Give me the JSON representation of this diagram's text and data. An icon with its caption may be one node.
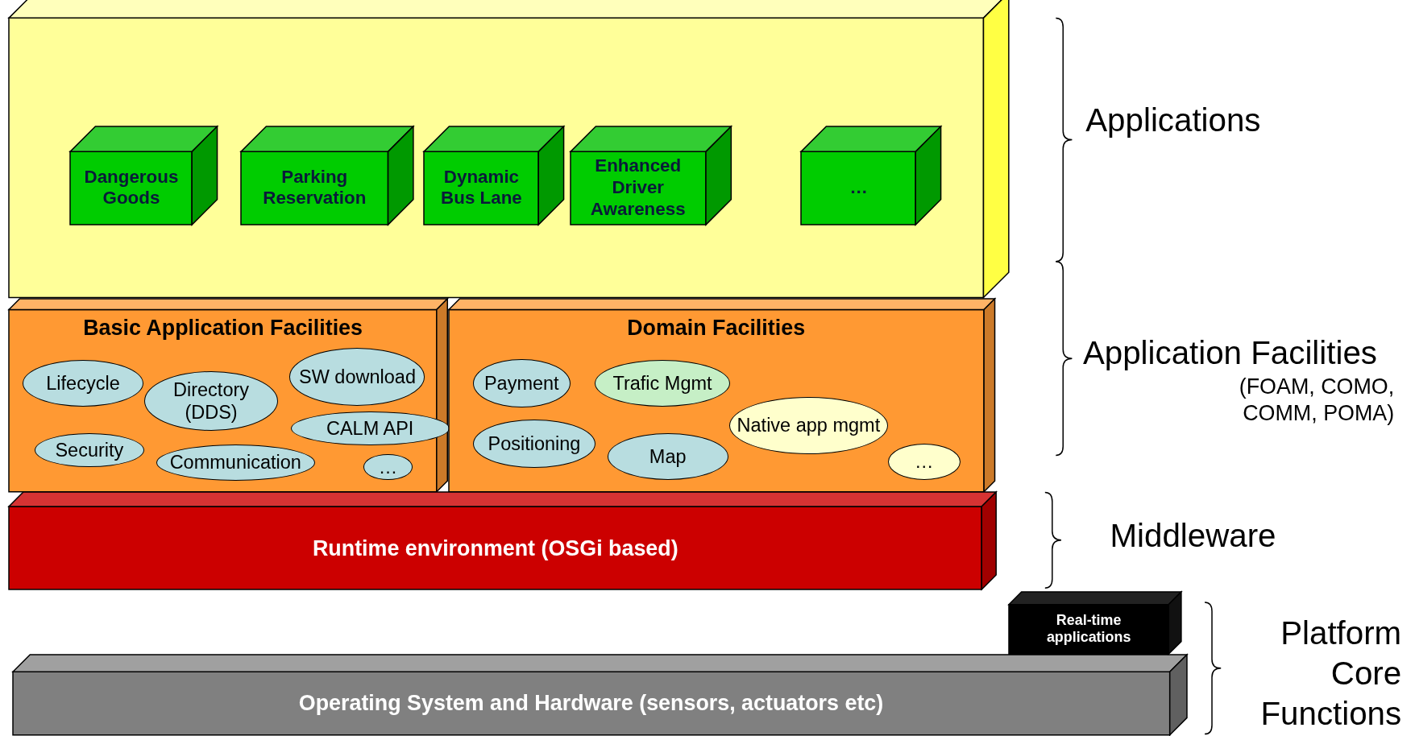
{
  "diagram": {
    "nodes": [
      {
        "text": [],
        "shape": "box"
      },
      {
        "text": [
          "Dangerous Goods"
        ],
        "in": 0
      },
      {
        "text": [
          "Parking Reservation"
        ],
        "in": 0
      },
      {
        "text": [
          "Dynamic Bus Lane"
        ],
        "in": 0
      },
      {
        "text": [
          "Enhanced Driver Awareness"
        ],
        "in": 0
      },
      {
        "text": [
          "…"
        ],
        "in": 0
      },
      {
        "text": [
          "Basic Application Facilities"
        ]
      },
      {
        "text": [
          "Lifecycle"
        ],
        "in": 6
      },
      {
        "text": [
          "SW download"
        ],
        "in": 6
      },
      {
        "text": [
          "Directory (DDS)"
        ],
        "in": 6
      },
      {
        "text": [
          "CALM API"
        ],
        "in": 6
      },
      {
        "text": [
          "Security"
        ],
        "in": 6
      },
      {
        "text": [
          "Communication"
        ],
        "in": 6
      },
      {
        "text": [
          "…"
        ],
        "in": 6
      },
      {
        "text": [
          "Domain Facilities"
        ]
      },
      {
        "text": [
          "Payment"
        ],
        "in": 14
      },
      {
        "text": [
          "Trafic Mgmt"
        ],
        "in": 14
      },
      {
        "text": [
          "Native app mgmt"
        ],
        "in": 14
      },
      {
        "text": [
          "Positioning"
        ],
        "in": 14
      },
      {
        "text": [
          "Map"
        ],
        "in": 14
      },
      {
        "text": [
          "…"
        ],
        "in": 14
      },
      {
        "text": [
          "Runtime environment (OSGi based)"
        ]
      },
      {
        "text": [
          "Operating System and Hardware (sensors, actuators etc)"
        ]
      },
      {
        "text": [
          "Real-time applications"
        ]
      }
    ],
    "labels": [
      "Applications",
      "Application Facilities",
      "(FOAM, COMO, COMM, POMA)",
      "Middleware",
      "Platform Core Functions"
    ]
  }
}
